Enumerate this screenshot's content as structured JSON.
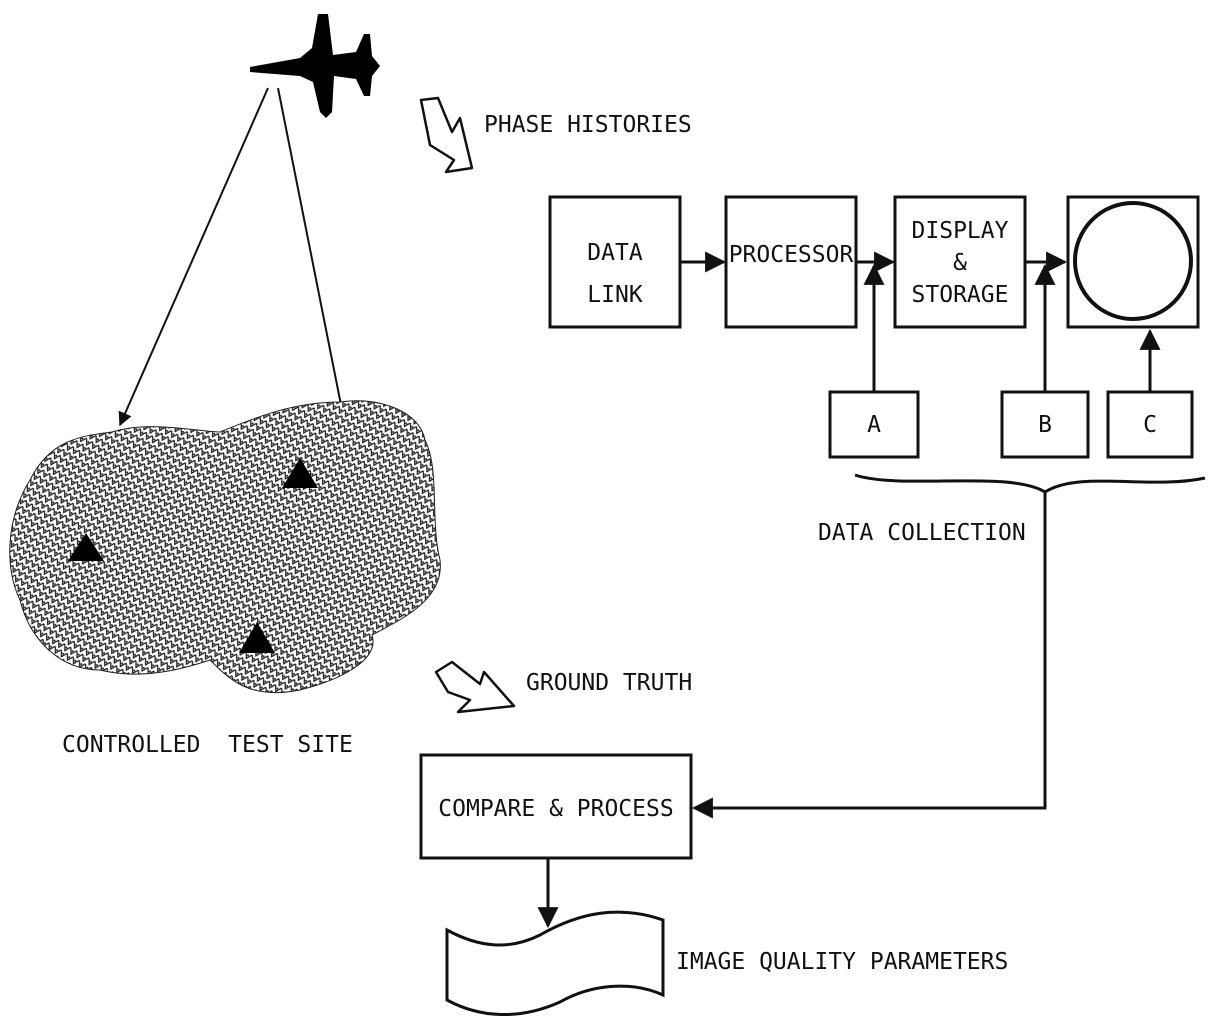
{
  "labels": {
    "phase_histories": "PHASE HISTORIES",
    "data_link_line1": "DATA",
    "data_link_line2": "LINK",
    "processor": "PROCESSOR",
    "display_line1": "DISPLAY",
    "display_line2": "&",
    "display_line3": "STORAGE",
    "input_a": "A",
    "input_b": "B",
    "input_c": "C",
    "data_collection": "DATA COLLECTION",
    "ground_truth": "GROUND TRUTH",
    "test_site": "CONTROLLED  TEST SITE",
    "compare_process": "COMPARE & PROCESS",
    "image_quality": "IMAGE QUALITY PARAMETERS"
  },
  "colors": {
    "ink": "#111111",
    "background": "#ffffff"
  },
  "icons": {
    "aircraft": "jet-aircraft-icon",
    "target": "triangle-target-icon",
    "display_screen": "circle-display-icon",
    "flow_arrow": "hollow-zigzag-arrow-icon",
    "output_document": "wavy-document-icon"
  }
}
